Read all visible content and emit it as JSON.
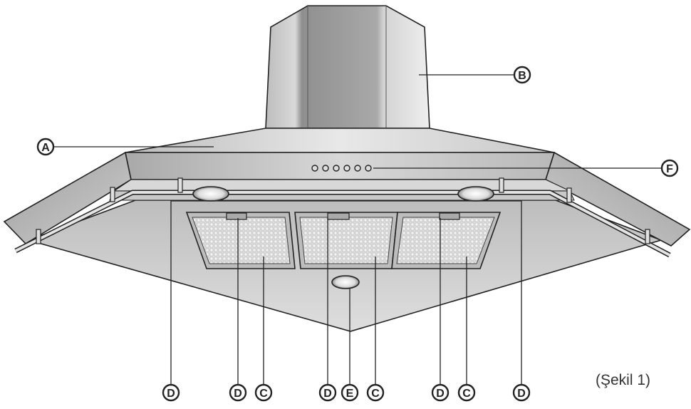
{
  "caption": "(Şekil 1)",
  "colors": {
    "outline": "#222222",
    "steel_light": "#e6e6e6",
    "steel_mid": "#c4c4c4",
    "steel_dark": "#8d8d8d",
    "filter_fill": "#cfcfcf"
  },
  "labels": {
    "a": "A",
    "b": "B",
    "c": "C",
    "d": "D",
    "e": "E",
    "f": "F"
  }
}
